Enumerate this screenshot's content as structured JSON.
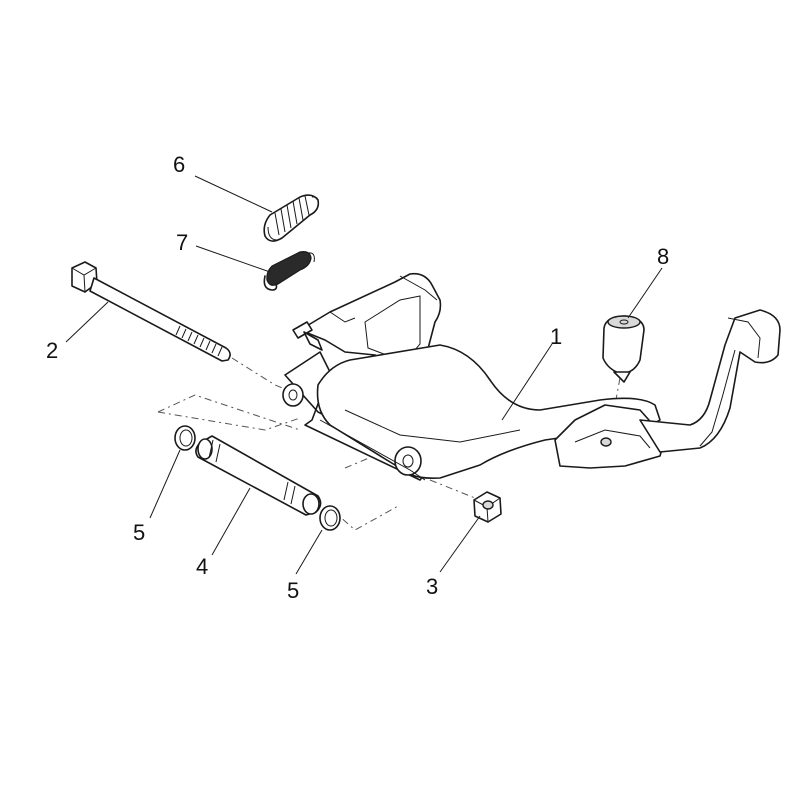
{
  "callouts": {
    "c1": "1",
    "c2": "2",
    "c3": "3",
    "c4": "4",
    "c5a": "5",
    "c5b": "5",
    "c6": "6",
    "c7": "7",
    "c8": "8"
  },
  "colors": {
    "line": "#1a1a1a",
    "shade": "#d9d9d9",
    "background": "#ffffff"
  }
}
